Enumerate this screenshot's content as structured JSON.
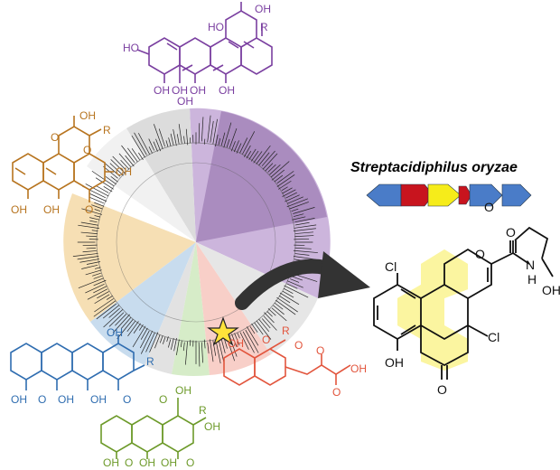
{
  "organism": "Streptacidiphilus oryzae",
  "colors": {
    "purple": "#7a3fa0",
    "orange": "#b7741f",
    "blue": "#2f6db0",
    "green": "#6d9a2a",
    "red": "#e2553d",
    "gene_blue": "#4a7cc8",
    "gene_red": "#c8141e",
    "gene_yellow": "#f6ec1a",
    "star": "#ffe23a",
    "highlight_yellow": "#fbf5a0"
  },
  "labels": {
    "purple": {
      "oh_top": "OH",
      "oh_ring": "HO",
      "r": "R",
      "ho_left": "HO",
      "oh1": "OH",
      "oh2": "OH",
      "oh3": "OH",
      "oh4": "OH",
      "oh5": "OH"
    },
    "orange": {
      "o_top": "O",
      "oh_top": "OH",
      "r": "R",
      "oh_mid": "OH",
      "o_mid": "O",
      "oh1": "OH",
      "oh2": "OH",
      "o_bot": "O"
    },
    "blue": {
      "oh_top": "OH",
      "r": "R",
      "oh1": "OH",
      "o1": "O",
      "oh2": "OH",
      "oh3": "OH",
      "o2": "O"
    },
    "red": {
      "oh_left": "OH",
      "o1": "O",
      "r": "R",
      "o2": "O",
      "o3": "O",
      "o4": "O",
      "oh_right": "OH"
    },
    "green": {
      "o_top": "O",
      "oh_top": "OH",
      "r": "R",
      "oh_mid": "OH",
      "oh1": "OH",
      "o1": "O",
      "oh2": "OH",
      "oh3": "OH",
      "o2": "O"
    },
    "product": {
      "o_top": "O",
      "o_ring": "O",
      "o_amide": "O",
      "n": "N",
      "h": "H",
      "oh_right": "OH",
      "cl_top": "Cl",
      "cl_right": "Cl",
      "o_bot": "O",
      "oh_bot": "OH"
    }
  }
}
